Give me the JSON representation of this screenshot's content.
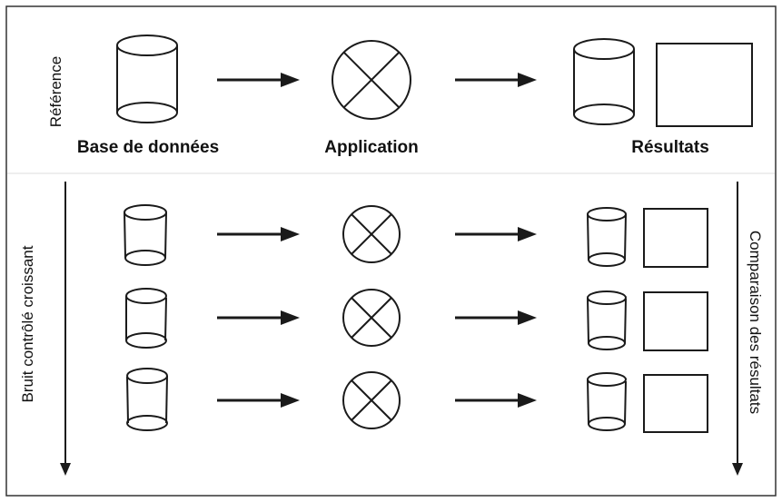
{
  "labels": {
    "reference": "Référence",
    "database": "Base de données",
    "application": "Application",
    "results": "Résultats",
    "noise": "Bruit contrôlé croissant",
    "comparison": "Comparaison des résultats"
  },
  "colors": {
    "ink": "#1a1a1a",
    "frame": "#333333",
    "background": "#ffffff"
  }
}
